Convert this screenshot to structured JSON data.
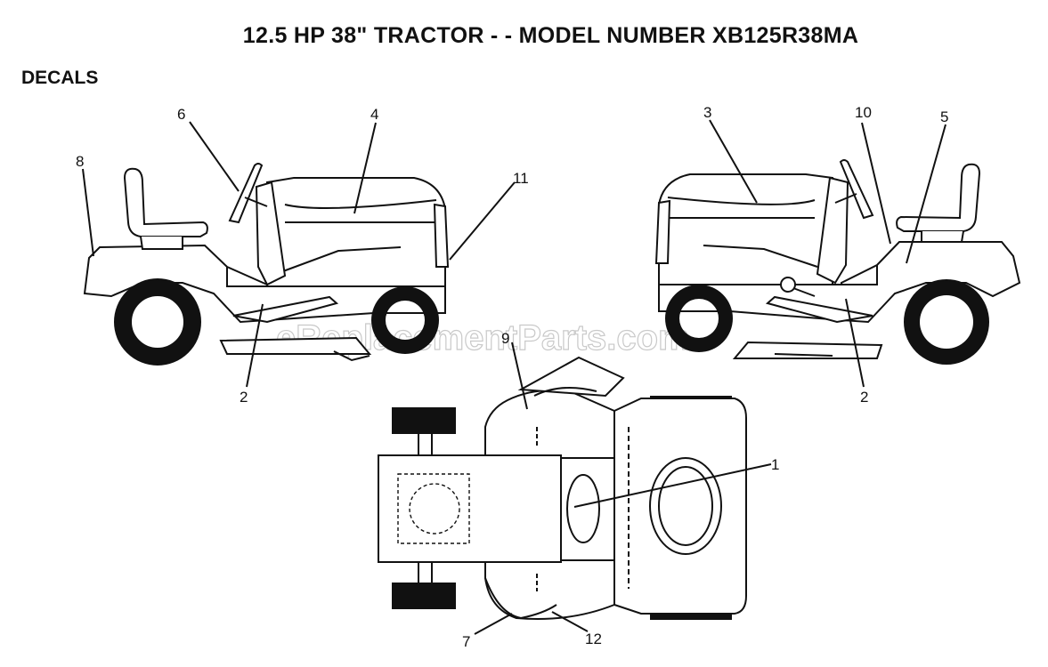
{
  "title": "12.5 HP 38\" TRACTOR - - MODEL NUMBER XB125R38MA",
  "section_label": "DECALS",
  "watermark": "eReplacementParts.com",
  "callouts": {
    "c1": "1",
    "c2a": "2",
    "c2b": "2",
    "c3": "3",
    "c4": "4",
    "c5": "5",
    "c6": "6",
    "c7": "7",
    "c8": "8",
    "c9": "9",
    "c10": "10",
    "c11": "11",
    "c12": "12"
  }
}
